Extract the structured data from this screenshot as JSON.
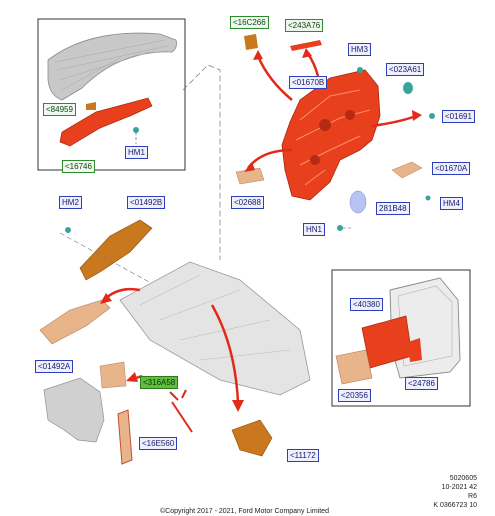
{
  "labels": {
    "p84959": "<84959",
    "p16746": "<16746",
    "hm1": "HM1",
    "p16c266": "<16C266",
    "p243a76": "<243A76",
    "hm3": "HM3",
    "p01670b": "<01670B",
    "p023a61": "<023A61",
    "p01691": "<01691",
    "p01670a": "<01670A",
    "p02688": "<02688",
    "p281b48": "281B48",
    "hm4": "HM4",
    "hn1": "HN1",
    "hm2": "HM2",
    "p01492b": "<01492B",
    "p01492a": "<01492A",
    "p316a58": "<316A58",
    "p16e560": "<16E560",
    "p11172": "<11172",
    "p40380": "<40380",
    "p24786": "<24786",
    "p20356": "<20356"
  },
  "footer": {
    "line1": "5020605",
    "line2": "10-2021 42",
    "line3": "R6",
    "line4": "K 0366723 10",
    "copyright": "©Copyright 2017 - 2021, Ford Motor Company Limited"
  },
  "colors": {
    "label_border": "#2f3fb8",
    "label_fill": "#eef0ff",
    "green_border": "#2d8a2d",
    "highlight": "#5fbf3a",
    "part_red": "#e8401c",
    "part_orange": "#c9781e",
    "part_tan": "#e8b58a",
    "arrow_red": "#e02a1a"
  }
}
